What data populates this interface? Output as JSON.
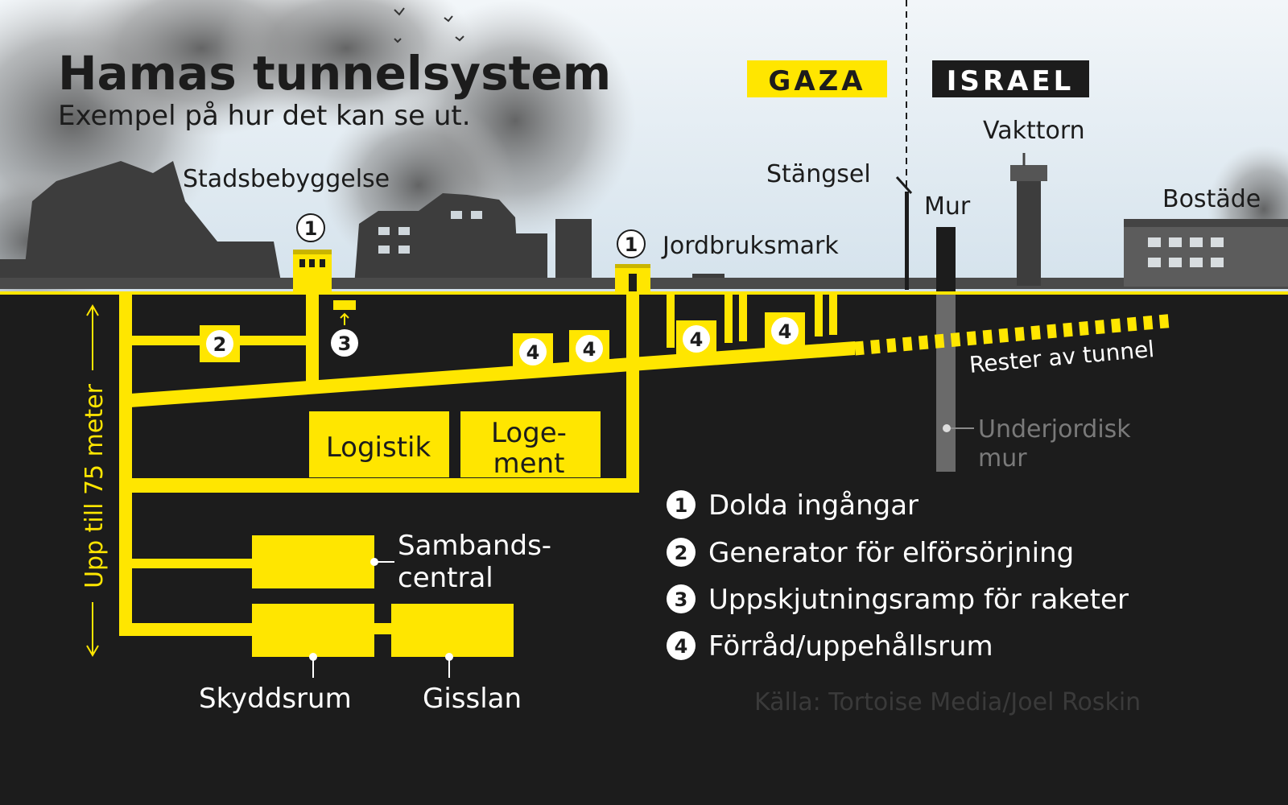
{
  "header": {
    "title": "Hamas tunnelsystem",
    "subtitle": "Exempel på hur det kan se ut."
  },
  "regions": {
    "gaza": "GAZA",
    "israel": "ISRAEL"
  },
  "surface_labels": {
    "city": "Stadsbebyggelse",
    "fence": "Stängsel",
    "farmland": "Jordbruksmark",
    "wall": "Mur",
    "watchtower": "Vakttorn",
    "housing": "Bostäde"
  },
  "markers": {
    "entrance_city": "1",
    "entrance_field": "1",
    "generator": "2",
    "launch_ramp": "3",
    "storage_a": "4",
    "storage_b": "4",
    "storage_c": "4",
    "storage_d": "4"
  },
  "rooms": {
    "logistics": "Logistik",
    "lodging_line1": "Loge-",
    "lodging_line2": "ment",
    "comms_line1": "Sambands-",
    "comms_line2": "central",
    "shelter": "Skyddsrum",
    "hostages": "Gisslan"
  },
  "tunnel_remains": "Rester av tunnel",
  "underground_wall": {
    "line1": "Underjordisk",
    "line2": "mur"
  },
  "depth_label": "Upp till 75 meter",
  "legend": [
    {
      "num": "1",
      "text": "Dolda ingångar"
    },
    {
      "num": "2",
      "text": "Generator för elförsörjning"
    },
    {
      "num": "3",
      "text": "Uppskjutningsramp för raketer"
    },
    {
      "num": "4",
      "text": "Förråd/uppehållsrum"
    }
  ],
  "source": "Källa: Tortoise Media/Joel Roskin",
  "colors": {
    "accent": "#ffe600",
    "ground": "#1c1c1c",
    "sky": "#e6eef4",
    "israel_label": "#1c1c1c"
  }
}
